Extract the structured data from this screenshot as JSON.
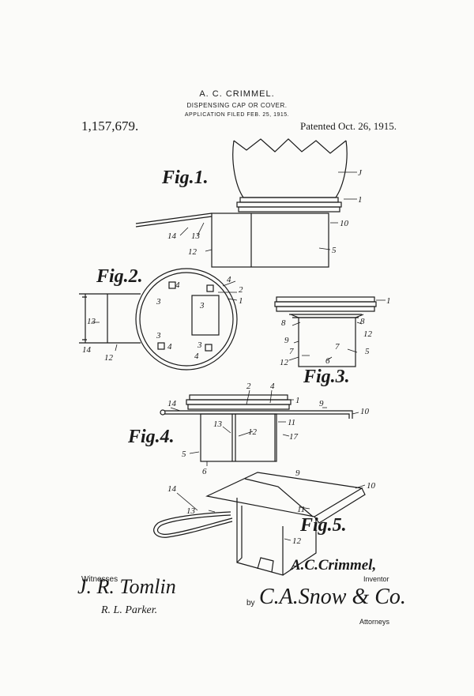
{
  "header": {
    "inventor": "A. C. CRIMMEL.",
    "title": "DISPENSING CAP OR COVER.",
    "application": "APPLICATION FILED FEB. 25, 1915.",
    "patent_number": "1,157,679.",
    "patent_date": "Patented Oct. 26, 1915."
  },
  "figures": {
    "fig1": "Fig.1.",
    "fig2": "Fig.2.",
    "fig3": "Fig.3.",
    "fig4": "Fig.4.",
    "fig5": "Fig.5."
  },
  "refs": {
    "fig1": [
      "J",
      "1",
      "10",
      "14",
      "13",
      "12",
      "5"
    ],
    "fig2": [
      "4",
      "4",
      "2",
      "3",
      "3",
      "1",
      "13",
      "14",
      "12",
      "3",
      "4",
      "3",
      "4"
    ],
    "fig3": [
      "1",
      "8",
      "8",
      "9",
      "12",
      "7",
      "7",
      "5",
      "12",
      "6"
    ],
    "fig4": [
      "14",
      "2",
      "4",
      "1",
      "9",
      "10",
      "13",
      "12",
      "11",
      "17",
      "5",
      "6"
    ],
    "fig5": [
      "9",
      "10",
      "14",
      "13",
      "11",
      "12"
    ]
  },
  "footer": {
    "witnesses_label": "Witnesses",
    "witness_signature_1": "J. R. Tomlin",
    "witness_signature_2": "R. L. Parker.",
    "inventor_signature": "A.C.Crimmel,",
    "inventor_label": "Inventor",
    "by_label": "by",
    "attorney_signature": "C.A.Snow & Co.",
    "attorneys_label": "Attorneys"
  }
}
